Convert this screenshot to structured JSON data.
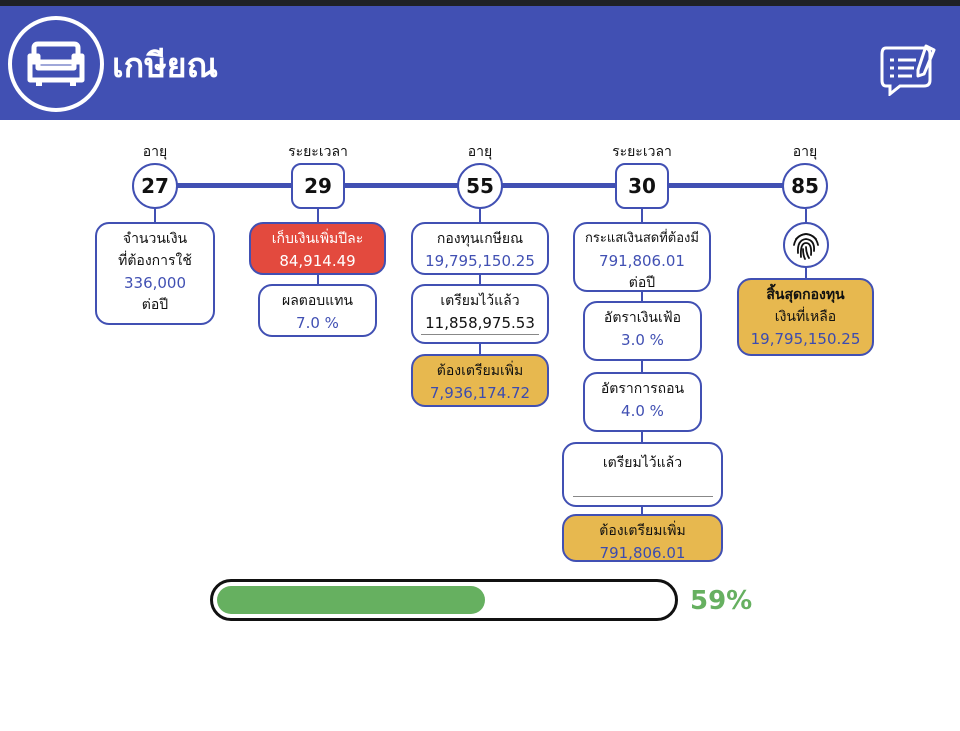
{
  "header": {
    "title": "เกษียณ",
    "sofa_icon": "sofa-icon",
    "doc_icon": "document-message-icon",
    "bg_color": "#4150b3"
  },
  "timeline": {
    "node1": {
      "caption": "อายุ",
      "value": "27"
    },
    "node2": {
      "caption": "ระยะเวลา",
      "value": "29"
    },
    "node3": {
      "caption": "อายุ",
      "value": "55"
    },
    "node4": {
      "caption": "ระยะเวลา",
      "value": "30"
    },
    "node5": {
      "caption": "อายุ",
      "value": "85"
    }
  },
  "col1": {
    "label1": "จำนวนเงิน",
    "label2": "ที่ต้องการใช้",
    "amount": "336,000",
    "unit": "ต่อปี"
  },
  "col2": {
    "save_label": "เก็บเงินเพิ่มปีละ",
    "save_value": "84,914.49",
    "return_label": "ผลตอบแทน",
    "return_value": "7.0 %"
  },
  "col3": {
    "fund_label": "กองทุนเกษียณ",
    "fund_value": "19,795,150.25",
    "prepared_label": "เตรียมไว้แล้ว",
    "prepared_value": "11,858,975.53",
    "more_label": "ต้องเตรียมเพิ่ม",
    "more_value": "7,936,174.72"
  },
  "col4": {
    "cash_label": "กระแสเงินสดที่ต้องมี",
    "cash_value": "791,806.01",
    "cash_unit": "ต่อปี",
    "inflation_label": "อัตราเงินเฟ้อ",
    "inflation_value": "3.0 %",
    "withdraw_label": "อัตราการถอน",
    "withdraw_value": "4.0 %",
    "prepared_label": "เตรียมไว้แล้ว",
    "prepared_value": "",
    "more_label": "ต้องเตรียมเพิ่ม",
    "more_value": "791,806.01"
  },
  "col5": {
    "fingerprint_icon": "fingerprint-icon",
    "end_label": "สิ้นสุดกองทุน",
    "remain_label": "เงินที่เหลือ",
    "remain_value": "19,795,150.25"
  },
  "progress": {
    "value": 0.59,
    "label": "59%",
    "color": "#66b060"
  }
}
